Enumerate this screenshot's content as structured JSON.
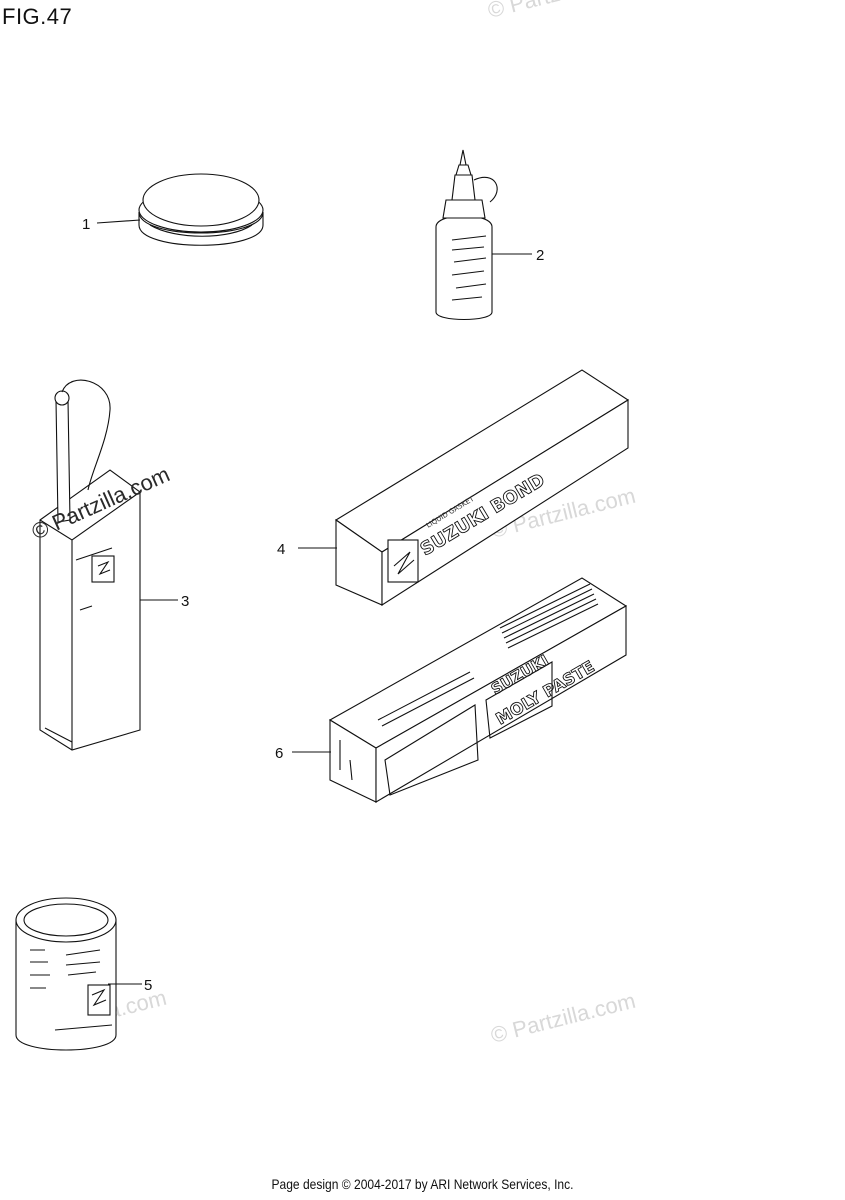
{
  "figure": {
    "title": "FIG.47"
  },
  "callouts": [
    "1",
    "2",
    "3",
    "4",
    "5",
    "6"
  ],
  "packages": {
    "bond": {
      "brand": "SUZUKI BOND",
      "small": "LIQUID GASKET"
    },
    "paste": {
      "brand_top": "SUZUKI",
      "brand_bottom": "MOLY PASTE"
    }
  },
  "watermark": "© Partzilla.com",
  "footer": "Page design © 2004-2017 by ARI Network Services, Inc."
}
